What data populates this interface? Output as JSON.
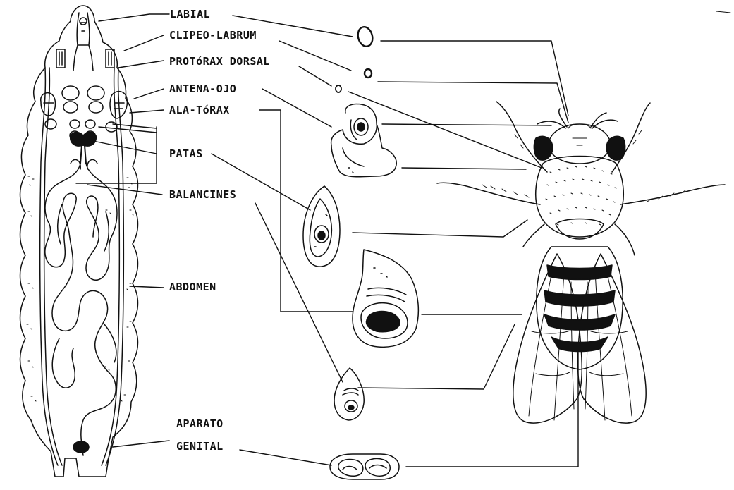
{
  "labels": {
    "labial": "LABIAL",
    "clipeo_labrum": "CLIPEO-LABRUM",
    "protorax_dorsal": "PROTóRAX DORSAL",
    "antena_ojo": "ANTENA-OJO",
    "ala_torax": "ALA-TóRAX",
    "patas": "PATAS",
    "balancines": "BALANCINES",
    "abdomen": "ABDOMEN",
    "aparato": "APARATO",
    "genital": "GENITAL"
  },
  "colors": {
    "ink": "#111111",
    "background": "#ffffff"
  }
}
